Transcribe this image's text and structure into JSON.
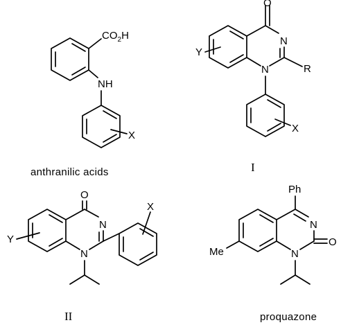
{
  "structures": {
    "anthranilic": {
      "caption": "anthranilic acids",
      "carboxyl_main": "CO",
      "carboxyl_sub": "2",
      "carboxyl_end": "H",
      "nh": "NH",
      "substituent": "X"
    },
    "compound_I": {
      "caption": "I",
      "carbonyl_o": "O",
      "ring_n3": "N",
      "ring_n1": "N",
      "r_group": "R",
      "y_group": "Y",
      "x_group": "X"
    },
    "compound_II": {
      "caption": "II",
      "carbonyl_o": "O",
      "ring_n3": "N",
      "ring_n1": "N",
      "y_group": "Y",
      "x_group": "X"
    },
    "proquazone": {
      "caption": "proquazone",
      "phenyl": "Ph",
      "ring_n3": "N",
      "ring_n1": "N",
      "carbonyl_o": "O",
      "methyl": "Me"
    }
  }
}
